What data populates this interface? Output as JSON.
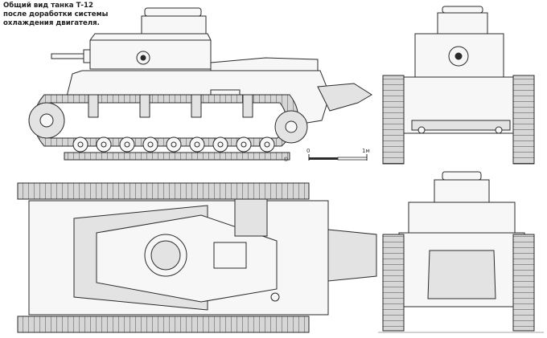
{
  "caption": {
    "line1": "Общий вид танка Т-12",
    "line2": "после доработки системы",
    "line3": "охлаждения двигателя."
  },
  "scale_bar": {
    "start_label": "0",
    "end_label": "1м"
  },
  "copyright": "©",
  "colors": {
    "line": "#2b2b2b",
    "hull": "#f7f7f7",
    "shade": "#e3e3e3",
    "track": "#d6d6d6",
    "background": "#ffffff"
  }
}
